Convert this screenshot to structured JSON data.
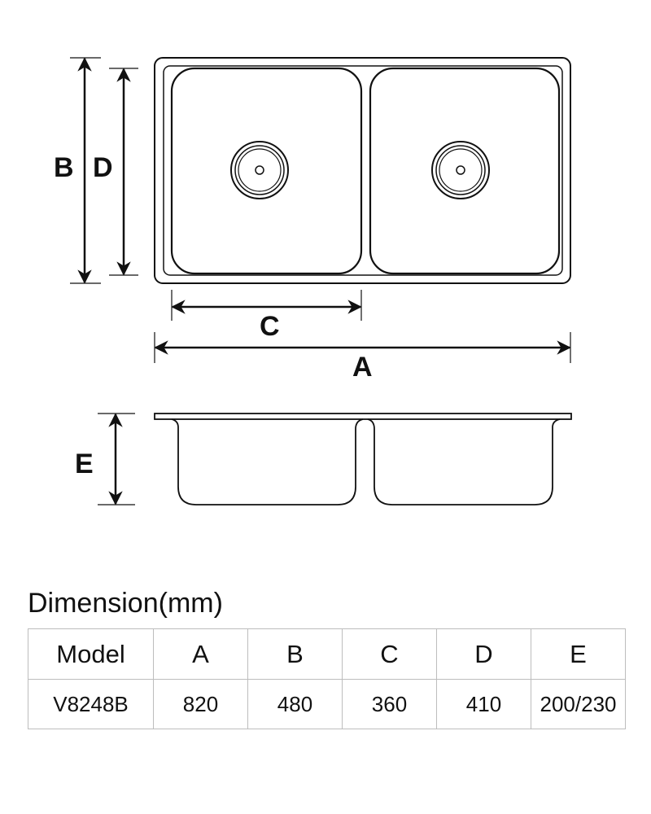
{
  "dimension_letters": {
    "a": "A",
    "b": "B",
    "c": "C",
    "d": "D",
    "e": "E"
  },
  "table": {
    "title": "Dimension(mm)",
    "headers": [
      "Model",
      "A",
      "B",
      "C",
      "D",
      "E"
    ],
    "rows": [
      [
        "V8248B",
        "820",
        "480",
        "360",
        "410",
        "200/230"
      ]
    ]
  },
  "colors": {
    "line": "#111111",
    "table_border": "#bdbdbd"
  }
}
